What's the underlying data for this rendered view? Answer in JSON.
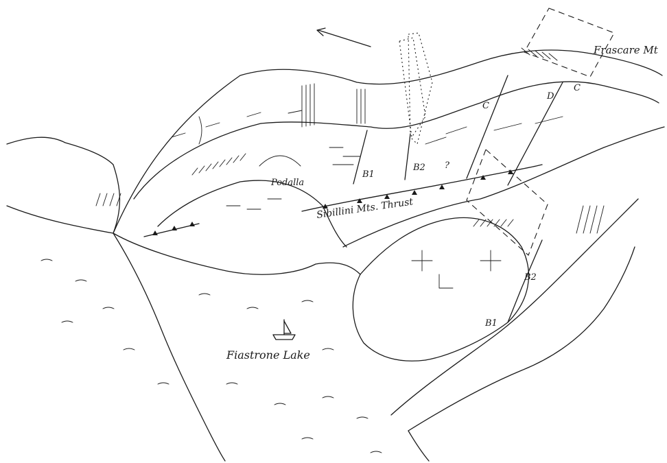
{
  "labels": {
    "frascare": "Frascare Mt",
    "podalla": "Podalla",
    "thrust": "Sibillini Mts. Thrust",
    "lake": "Fiastrone Lake",
    "b1_upper": "B1",
    "b2_upper": "B2",
    "b1_lower": "B1",
    "b2_lower": "B2",
    "c_left": "C",
    "c_right": "C",
    "d_label": "D",
    "question": "?"
  }
}
